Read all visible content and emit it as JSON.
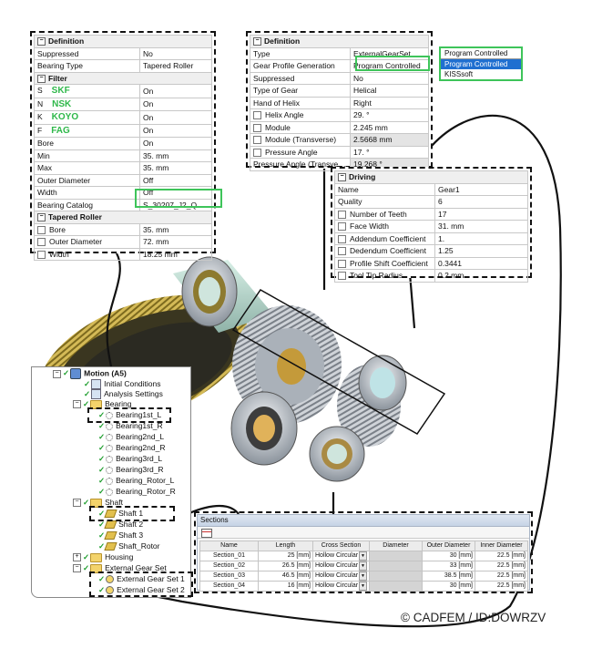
{
  "bearing_panel": {
    "definition": {
      "header": "Definition",
      "rows": [
        {
          "label": "Suppressed",
          "value": "No"
        },
        {
          "label": "Bearing Type",
          "value": "Tapered Roller"
        }
      ]
    },
    "filter": {
      "header": "Filter",
      "rows": [
        {
          "label": "S",
          "brand": "SKF",
          "value": "On"
        },
        {
          "label": "N",
          "brand": "NSK",
          "value": "On"
        },
        {
          "label": "K",
          "brand": "KOYO",
          "value": "On"
        },
        {
          "label": "F",
          "brand": "FAG",
          "value": "On"
        },
        {
          "label": "Bore",
          "value": "On"
        },
        {
          "label": "Min",
          "value": "35. mm"
        },
        {
          "label": "Max",
          "value": "35. mm"
        },
        {
          "label": "Outer Diameter",
          "value": "Off"
        },
        {
          "label": "Width",
          "value": "Off"
        },
        {
          "label": "Bearing Catalog",
          "value": "S_30207_J2_Q"
        }
      ]
    },
    "tapered": {
      "header": "Tapered Roller",
      "rows": [
        {
          "label": "Bore",
          "value": "35. mm"
        },
        {
          "label": "Outer Diameter",
          "value": "72. mm"
        },
        {
          "label": "Width",
          "value": "18.25 mm"
        }
      ]
    }
  },
  "gearset_panel": {
    "header": "Definition",
    "rows": [
      {
        "label": "Type",
        "value": "ExternalGearSet"
      },
      {
        "label": "Gear Profile Generation",
        "value": "Program Controlled"
      },
      {
        "label": "Suppressed",
        "value": "No"
      },
      {
        "label": "Type of Gear",
        "value": "Helical"
      },
      {
        "label": "Hand of Helix",
        "value": "Right"
      },
      {
        "label": "Helix Angle",
        "value": "29. °"
      },
      {
        "label": "Module",
        "value": "2.245 mm"
      },
      {
        "label": "Module (Transverse)",
        "value": "2.5668 mm"
      },
      {
        "label": "Pressure Angle",
        "value": "17. °"
      },
      {
        "label": "Pressure Angle (Transverse)",
        "value": "19.268 °"
      }
    ]
  },
  "profile_dropdown": {
    "options": [
      "Program Controlled",
      "Program Controlled",
      "KISSsoft"
    ],
    "selected_index": 1
  },
  "driving_panel": {
    "header": "Driving",
    "rows": [
      {
        "label": "Name",
        "value": "Gear1"
      },
      {
        "label": "Quality",
        "value": "6"
      },
      {
        "label": "Number of Teeth",
        "value": "17"
      },
      {
        "label": "Face Width",
        "value": "31. mm"
      },
      {
        "label": "Addendum Coefficient",
        "value": "1."
      },
      {
        "label": "Dedendum Coefficient",
        "value": "1.25"
      },
      {
        "label": "Profile Shift Coefficient",
        "value": "0.3441"
      },
      {
        "label": "Tool Tip Radius",
        "value": "0.2 mm"
      }
    ]
  },
  "tree": {
    "root": "Motion (A5)",
    "initial_conditions": "Initial Conditions",
    "analysis_settings": "Analysis Settings",
    "bearing_folder": "Bearing",
    "bearings": [
      "Bearing1st_L",
      "Bearing1st_R",
      "Bearing2nd_L",
      "Bearing2nd_R",
      "Bearing3rd_L",
      "Bearing3rd_R",
      "Bearing_Rotor_L",
      "Bearing_Rotor_R"
    ],
    "shaft_folder": "Shaft",
    "shafts": [
      "Shaft 1",
      "Shaft 2",
      "Shaft 3",
      "Shaft_Rotor"
    ],
    "housing_folder": "Housing",
    "gearset_folder": "External Gear Set",
    "gearsets": [
      "External Gear Set 1",
      "External Gear Set 2"
    ]
  },
  "sections": {
    "title": "Sections",
    "columns": [
      "Name",
      "Length",
      "Cross Section",
      "Diameter",
      "Outer Diameter",
      "Inner Diameter"
    ],
    "rows": [
      {
        "name": "Section_01",
        "length": "25 [mm]",
        "cross": "Hollow Circular",
        "diameter": "",
        "outer": "30 [mm]",
        "inner": "22.5 [mm]"
      },
      {
        "name": "Section_02",
        "length": "26.5 [mm]",
        "cross": "Hollow Circular",
        "diameter": "",
        "outer": "33 [mm]",
        "inner": "22.5 [mm]"
      },
      {
        "name": "Section_03",
        "length": "46.5 [mm]",
        "cross": "Hollow Circular",
        "diameter": "",
        "outer": "38.5 [mm]",
        "inner": "22.5 [mm]"
      },
      {
        "name": "Section_04",
        "length": "16 [mm]",
        "cross": "Hollow Circular",
        "diameter": "",
        "outer": "30 [mm]",
        "inner": "22.5 [mm]"
      }
    ]
  },
  "copyright": "© CADFEM / ID:DOWRZV",
  "colors": {
    "highlight_green": "#3ec45a",
    "brand_green": "#2fb84a",
    "selection_blue": "#1f6fd0",
    "gear_gold": "#c9ad42"
  }
}
